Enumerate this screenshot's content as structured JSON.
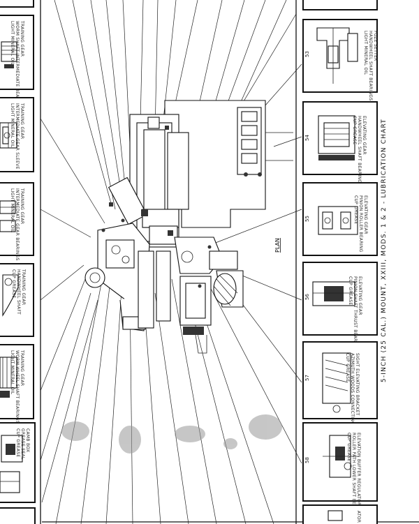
{
  "chart_title": "5-INCH (25 CAL.) MOUNT, XXIII, MODS. 1 & 2 - LUBRICATION CHART",
  "view_label": "PLAN",
  "left_panels": [
    {
      "label_lines": [
        "TRAINING GEAR",
        "WORM SHAFT INTERMEDIATE BEARING",
        "LIGHT MINERAL OIL"
      ]
    },
    {
      "label_lines": [
        "TRAINING GEAR",
        "INTERMEDIATE GEAR SLEEVE",
        "LIGHT MINERAL OIL"
      ]
    },
    {
      "label_lines": [
        "TRAINING GEAR",
        "INTERMEDIATE GEAR BEARINGS",
        "LIGHT MINERAL OIL"
      ]
    },
    {
      "label_lines": [
        "TRAINING GEAR",
        "HANDWHEEL SHAFT",
        "CUP GREASE"
      ]
    },
    {
      "label_lines": [
        "TRAINING GEAR",
        "WORM WHEEL SHAFT BEARINGS",
        "LIGHT MINERAL OIL"
      ]
    },
    {
      "label_lines": [
        "CAMB BOX",
        "GREASE SEAL",
        "CUP GREASE"
      ]
    }
  ],
  "right_panels": [
    {
      "number": "53",
      "label_lines": [
        "FUZE SETTER",
        "HANDWHEEL SHAFT BEARINGS",
        "LIGHT MINERAL OIL"
      ]
    },
    {
      "number": "54",
      "label_lines": [
        "ELEVATING GEAR",
        "HANDWHEEL SHAFT BEARINGS",
        "CUP GREASE"
      ]
    },
    {
      "number": "55",
      "label_lines": [
        "ELEVATING GEAR",
        "PINION ROLLER BEARING",
        "CUP GREASE"
      ]
    },
    {
      "number": "56",
      "label_lines": [
        "ELEVATING GEAR",
        "PINION SHAFT THRUST BEARING",
        "CUP GREASE"
      ]
    },
    {
      "number": "57",
      "label_lines": [
        "SIGHT ELEVATING BRACKET",
        "AZIMUTH WOODS CONNECTING SHAFT",
        "CUP GREASE"
      ]
    },
    {
      "number": "58",
      "label_lines": [
        "ELEVATION BUFFER REGULATOR",
        "ROLLER PATH LOWER SHAFT BEARINGS",
        "CUP GREASE"
      ]
    },
    {
      "number": "",
      "label_lines": [
        "ATOR"
      ]
    }
  ]
}
